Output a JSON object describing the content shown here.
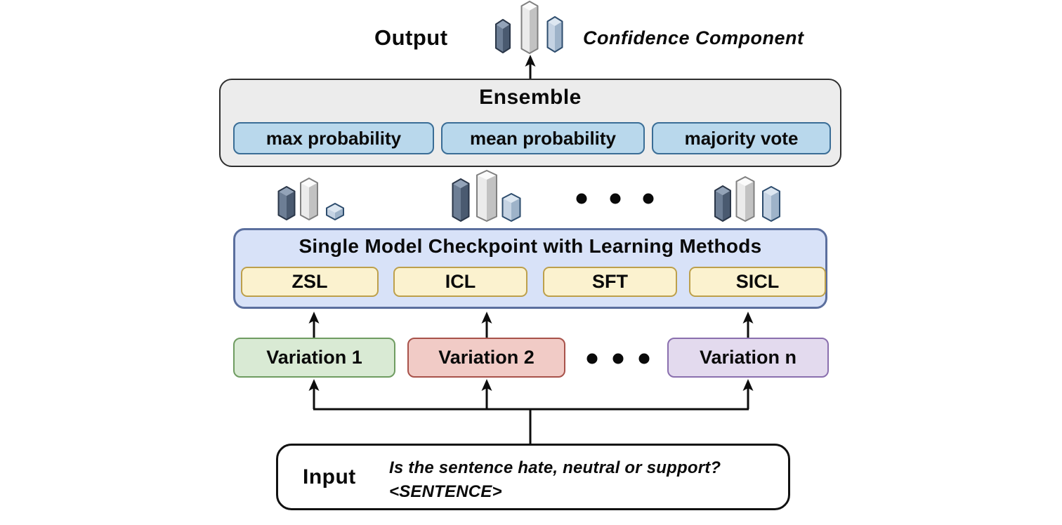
{
  "output": {
    "label": "Output",
    "confidence_label": "Confidence Component"
  },
  "ensemble": {
    "title": "Ensemble",
    "methods": [
      "max probability",
      "mean probability",
      "majority vote"
    ]
  },
  "model": {
    "title": "Single Model Checkpoint with Learning Methods",
    "methods": [
      "ZSL",
      "ICL",
      "SFT",
      "SICL"
    ]
  },
  "variations": {
    "items": [
      "Variation 1",
      "Variation 2",
      "Variation n"
    ]
  },
  "input": {
    "label": "Input",
    "prompt_line1": "Is the sentence hate, neutral or support?",
    "prompt_line2": "<SENTENCE>"
  },
  "icons": {
    "output_bars": "bar-chart-icon",
    "checkpoint_bars_1": "bar-chart-icon",
    "checkpoint_bars_2": "bar-chart-icon",
    "checkpoint_bars_3": "bar-chart-icon",
    "bars_row_ellipsis": "horizontal-dots-icon",
    "variations_ellipsis": "horizontal-dots-icon"
  },
  "colors": {
    "ensemble_fill": "#ececec",
    "ensemble_border": "#2e2e2e",
    "blue_chip_fill": "#b9d8ec",
    "blue_chip_border": "#3a6d96",
    "model_fill": "#d8e2f8",
    "model_border": "#5b6f9e",
    "yellow_chip_fill": "#fbf2cf",
    "yellow_chip_border": "#bda04b",
    "variation1_fill": "#d9ead4",
    "variation1_border": "#6f9c61",
    "variation2_fill": "#f1cbc6",
    "variation2_border": "#a8524a",
    "variationn_fill": "#e3daee",
    "variationn_border": "#8a6fae",
    "arrow_color": "#0d0d0d"
  }
}
